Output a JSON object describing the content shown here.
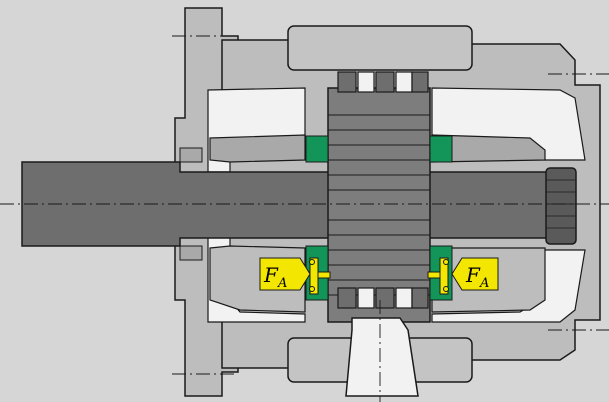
{
  "diagram": {
    "labels": {
      "force_left": {
        "main": "F",
        "sub": "A"
      },
      "force_right": {
        "main": "F",
        "sub": "A"
      }
    },
    "colors": {
      "background": "#d6d6d6",
      "housing": "#bdbdbd",
      "housing_dark": "#a9a9a9",
      "cavity": "#f2f2f2",
      "shaft": "#6e6e6e",
      "shaft_light": "#7d7d7d",
      "seal_green": "#13955a",
      "label_yellow": "#f3e600",
      "outline": "#1a1a1a"
    }
  }
}
